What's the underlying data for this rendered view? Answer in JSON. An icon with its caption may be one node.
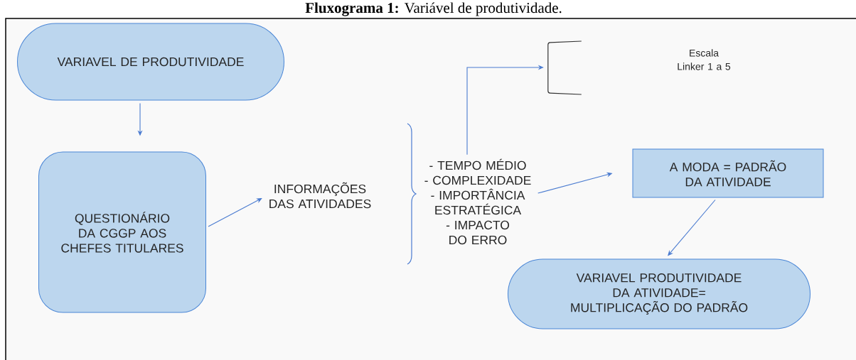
{
  "diagram": {
    "title": "**Fluxograma 1:** Variável de produtividade.",
    "nodes": [
      {
        "text": [
          "VARIAVEL DE PRODUTIVIDADE"
        ]
      },
      {
        "text": [
          "QUESTIONÁRIO DA CGGP AOS CHEFES TITULARES"
        ]
      },
      {
        "text": [
          "INFORMAÇÕES DAS ATIVIDADES"
        ]
      },
      {
        "text": [
          "- TEMPO MÉDIO",
          "- COMPLEXIDADE",
          "- IMPORTÂNCIA ESTRATÉGICA",
          "- IMPACTO DO ERRO"
        ]
      },
      {
        "text": [
          "Escala Linker 1 a 5"
        ]
      },
      {
        "text": [
          "A MODA = PADRÃO DA ATIVIDADE"
        ]
      },
      {
        "text": [
          "VARIAVEL PRODUTIVIDADE DA ATIVIDADE= MULTIPLICAÇÃO DO PADRÃO"
        ]
      }
    ],
    "edges": [
      {
        "from": 0,
        "to": 1,
        "arrow": "to"
      },
      {
        "from": 1,
        "to": 2,
        "arrow": "to"
      },
      {
        "from": 3,
        "to": 4,
        "arrow": "to"
      },
      {
        "from": 3,
        "to": 5,
        "arrow": "to"
      },
      {
        "from": 5,
        "to": 6,
        "arrow": "to"
      }
    ]
  }
}
